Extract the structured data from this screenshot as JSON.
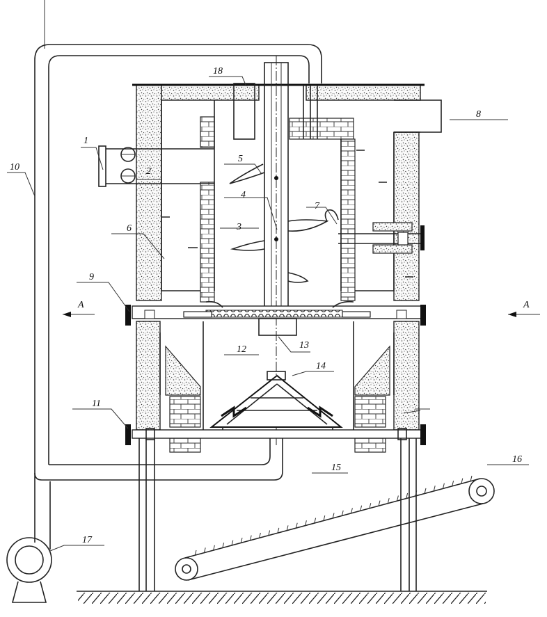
{
  "labels": {
    "l1": "1",
    "l2": "2",
    "l3": "3",
    "l4": "4",
    "l5": "5",
    "l6": "6",
    "l7": "7",
    "l8": "8",
    "l9": "9",
    "l10": "10",
    "l11": "11",
    "l12": "12",
    "l13": "13",
    "l14": "14",
    "l15": "15",
    "l16": "16",
    "l17": "17",
    "l18": "18"
  },
  "section": {
    "left": "A",
    "right": "A"
  }
}
